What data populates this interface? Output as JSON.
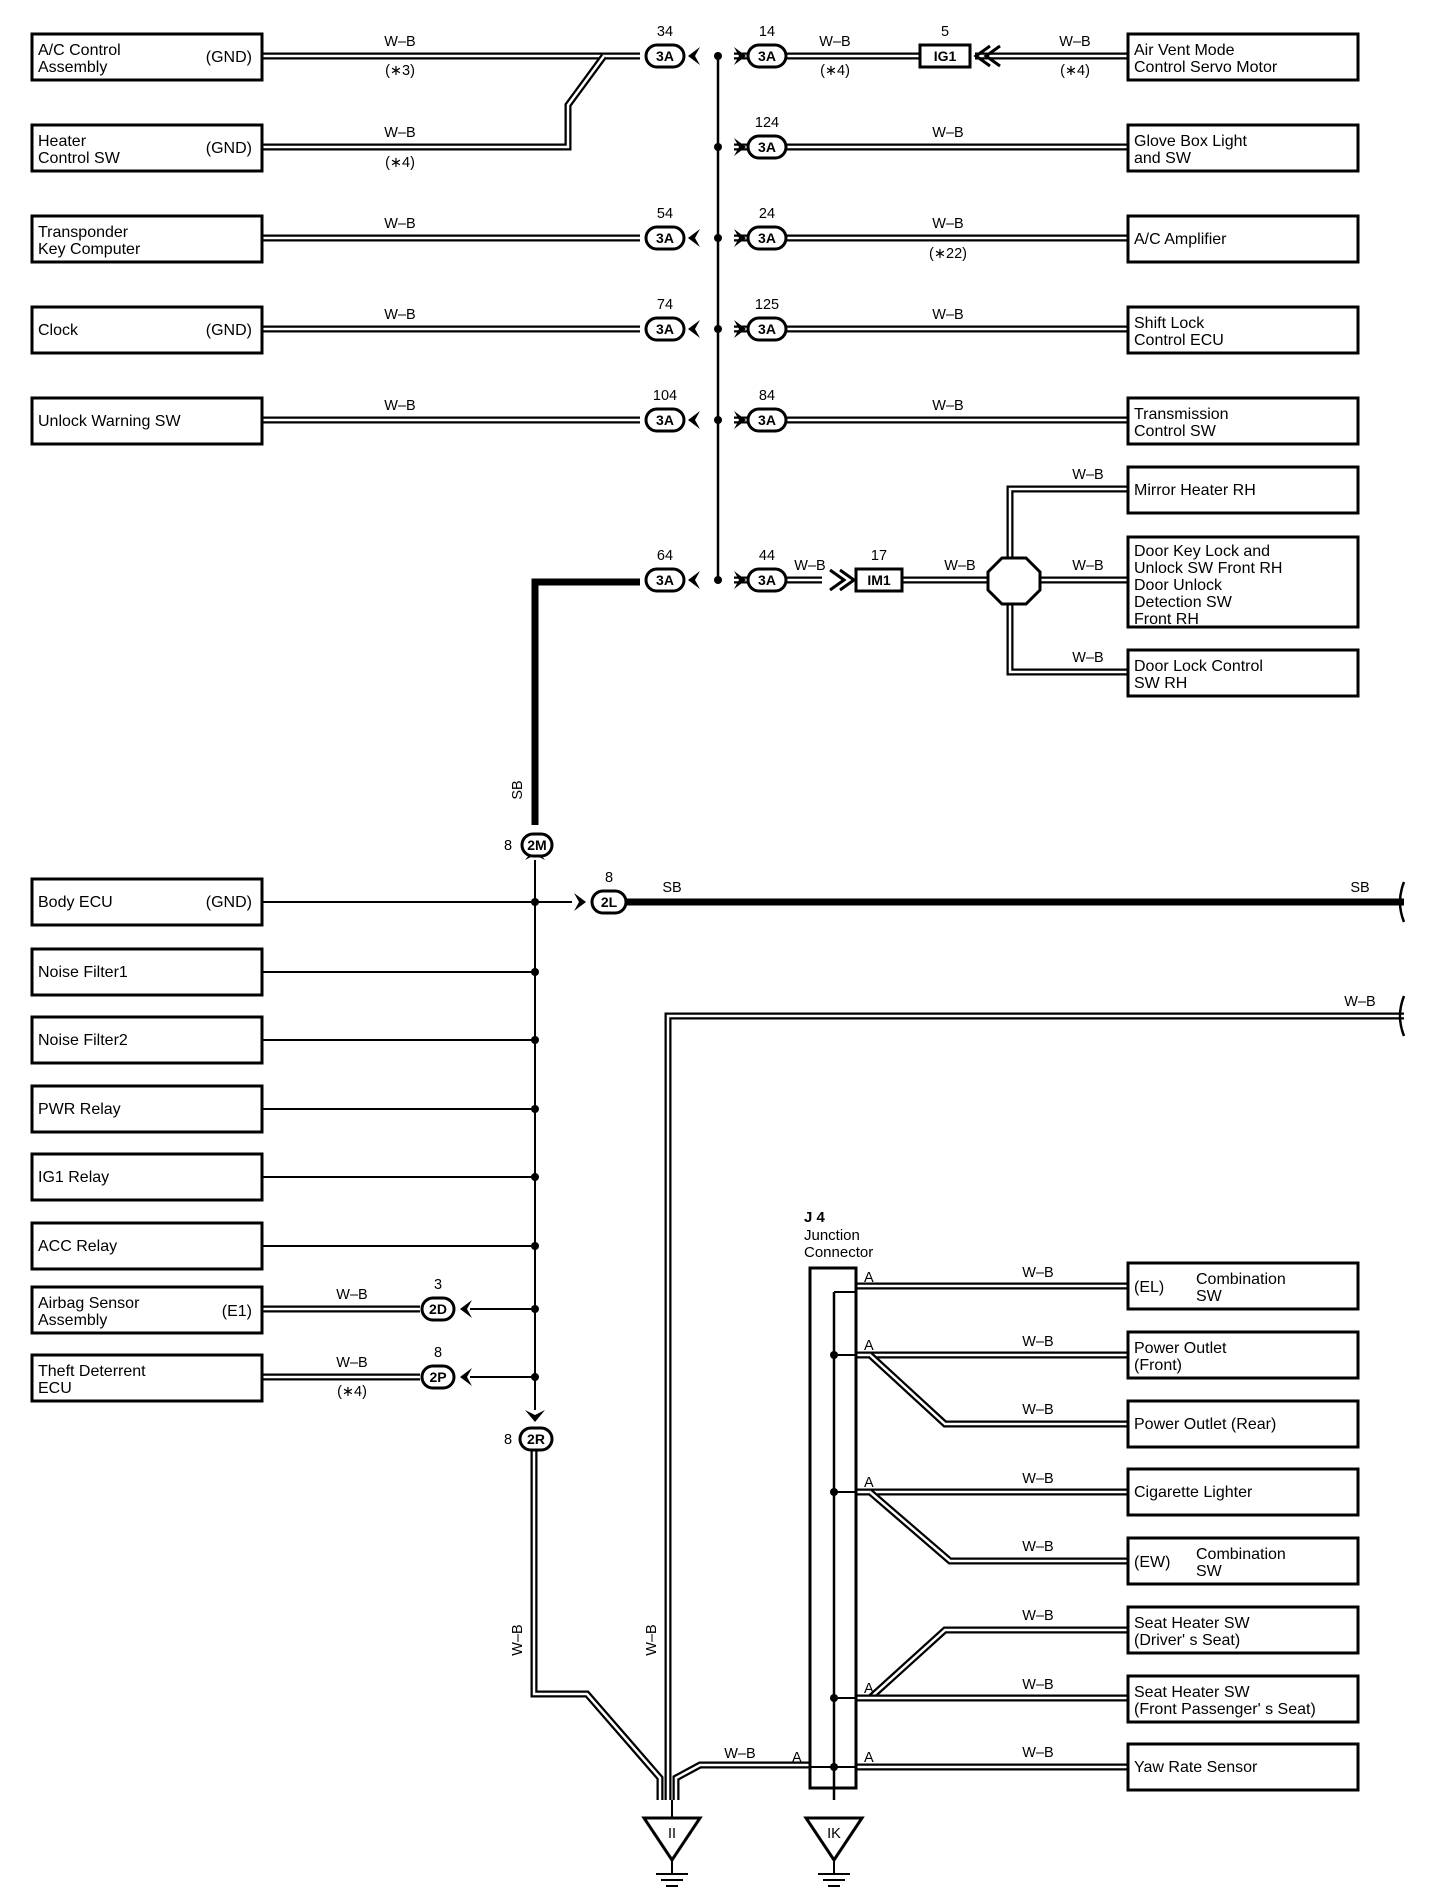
{
  "left_components": [
    {
      "id": "ac-control",
      "lines": [
        "A/C Control",
        "Assembly"
      ],
      "terminal": "(GND)"
    },
    {
      "id": "heater-control",
      "lines": [
        "Heater",
        "Control SW"
      ],
      "terminal": "(GND)"
    },
    {
      "id": "transponder",
      "lines": [
        "Transponder",
        "Key Computer"
      ],
      "terminal": ""
    },
    {
      "id": "clock",
      "lines": [
        "Clock"
      ],
      "terminal": "(GND)"
    },
    {
      "id": "unlock-warning",
      "lines": [
        "Unlock Warning SW"
      ],
      "terminal": ""
    },
    {
      "id": "body-ecu",
      "lines": [
        "Body ECU"
      ],
      "terminal": "(GND)"
    },
    {
      "id": "noise-filter1",
      "lines": [
        "Noise Filter1"
      ],
      "terminal": ""
    },
    {
      "id": "noise-filter2",
      "lines": [
        "Noise Filter2"
      ],
      "terminal": ""
    },
    {
      "id": "pwr-relay",
      "lines": [
        "PWR Relay"
      ],
      "terminal": ""
    },
    {
      "id": "ig1-relay",
      "lines": [
        "IG1 Relay"
      ],
      "terminal": ""
    },
    {
      "id": "acc-relay",
      "lines": [
        "ACC Relay"
      ],
      "terminal": ""
    },
    {
      "id": "airbag-sensor",
      "lines": [
        "Airbag Sensor",
        "Assembly"
      ],
      "terminal": "(E1)"
    },
    {
      "id": "theft-deterrent",
      "lines": [
        "Theft Deterrent",
        "ECU"
      ],
      "terminal": ""
    }
  ],
  "right_components": [
    {
      "id": "air-vent",
      "lines": [
        "Air Vent Mode",
        "Control Servo Motor"
      ]
    },
    {
      "id": "glove-box",
      "lines": [
        "Glove Box Light",
        "and SW"
      ]
    },
    {
      "id": "ac-amplifier",
      "lines": [
        "A/C Amplifier"
      ]
    },
    {
      "id": "shift-lock",
      "lines": [
        "Shift Lock",
        "Control ECU"
      ]
    },
    {
      "id": "transmission",
      "lines": [
        "Transmission",
        "Control SW"
      ]
    },
    {
      "id": "mirror-heater",
      "lines": [
        "Mirror Heater RH"
      ]
    },
    {
      "id": "door-key-lock",
      "lines": [
        "Door Key Lock and",
        "Unlock SW Front RH",
        "Door Unlock",
        "Detection SW",
        "Front RH"
      ]
    },
    {
      "id": "door-lock-control",
      "lines": [
        "Door Lock Control",
        "SW RH"
      ]
    }
  ],
  "junction_loads": [
    {
      "id": "combination-el",
      "terminal": "(EL)",
      "lines": [
        "Combination",
        "SW"
      ]
    },
    {
      "id": "power-outlet-front",
      "terminal": "",
      "lines": [
        "Power Outlet",
        "(Front)"
      ]
    },
    {
      "id": "power-outlet-rear",
      "terminal": "",
      "lines": [
        "Power Outlet (Rear)"
      ]
    },
    {
      "id": "cigarette-lighter",
      "terminal": "",
      "lines": [
        "Cigarette Lighter"
      ]
    },
    {
      "id": "combination-ew",
      "terminal": "(EW)",
      "lines": [
        "Combination",
        "SW"
      ]
    },
    {
      "id": "seat-heater-driver",
      "terminal": "",
      "lines": [
        "Seat Heater SW",
        "(Driver' s Seat)"
      ]
    },
    {
      "id": "seat-heater-passenger",
      "terminal": "",
      "lines": [
        "Seat Heater SW",
        "(Front Passenger' s Seat)"
      ]
    },
    {
      "id": "yaw-rate",
      "terminal": "",
      "lines": [
        "Yaw Rate Sensor"
      ]
    }
  ],
  "wire_labels": {
    "wb": "W–B",
    "sb": "SB"
  },
  "notes": {
    "n3": "(∗3)",
    "n4": "(∗4)",
    "n22": "(∗22)"
  },
  "connectors": {
    "c3a": "3A",
    "ig1": "IG1",
    "im1": "IM1",
    "c2m": "2M",
    "c2l": "2L",
    "c2d": "2D",
    "c2p": "2P",
    "c2r": "2R"
  },
  "pins": {
    "ac_3a": "34",
    "vent_3a": "14",
    "vent_ig1": "5",
    "glove_3a": "124",
    "trans_3a": "54",
    "amp_3a": "24",
    "clock_3a": "74",
    "shift_3a": "125",
    "unlock_3a": "104",
    "tcsw_3a": "84",
    "im_3a_left": "64",
    "im_3a_right": "44",
    "im1": "17",
    "c2m": "8",
    "c2l": "8",
    "c2d": "3",
    "c2p": "8",
    "c2r": "8"
  },
  "junction": {
    "id": "J 4",
    "name_lines": [
      "Junction",
      "Connector"
    ],
    "terminal": "A"
  },
  "grounds": {
    "left": "II",
    "right": "IK"
  }
}
